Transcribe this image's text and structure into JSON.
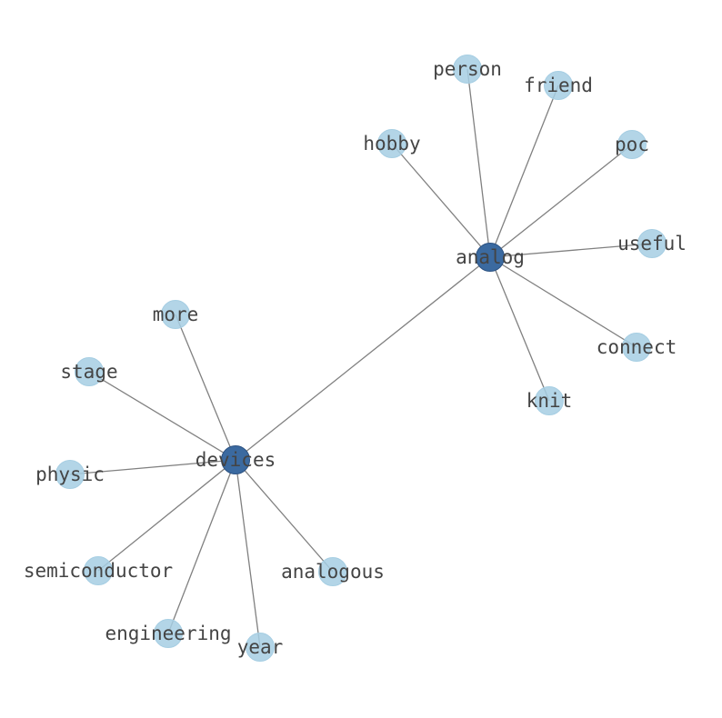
{
  "graph": {
    "hub_color": "#3b6aa0",
    "leaf_color": "#a6cee3",
    "edge_color": "#808080",
    "nodes": [
      {
        "id": "analog",
        "label": "analog",
        "kind": "hub"
      },
      {
        "id": "devices",
        "label": "devices",
        "kind": "hub"
      },
      {
        "id": "person",
        "label": "person",
        "kind": "leaf"
      },
      {
        "id": "friend",
        "label": "friend",
        "kind": "leaf"
      },
      {
        "id": "hobby",
        "label": "hobby",
        "kind": "leaf"
      },
      {
        "id": "poc",
        "label": "poc",
        "kind": "leaf"
      },
      {
        "id": "useful",
        "label": "useful",
        "kind": "leaf"
      },
      {
        "id": "connect",
        "label": "connect",
        "kind": "leaf"
      },
      {
        "id": "knit",
        "label": "knit",
        "kind": "leaf"
      },
      {
        "id": "more",
        "label": "more",
        "kind": "leaf"
      },
      {
        "id": "stage",
        "label": "stage",
        "kind": "leaf"
      },
      {
        "id": "physic",
        "label": "physic",
        "kind": "leaf"
      },
      {
        "id": "semiconductor",
        "label": "semiconductor",
        "kind": "leaf"
      },
      {
        "id": "engineering",
        "label": "engineering",
        "kind": "leaf"
      },
      {
        "id": "year",
        "label": "year",
        "kind": "leaf"
      },
      {
        "id": "analogous",
        "label": "analogous",
        "kind": "leaf"
      }
    ],
    "edges": [
      [
        "analog",
        "person"
      ],
      [
        "analog",
        "friend"
      ],
      [
        "analog",
        "hobby"
      ],
      [
        "analog",
        "poc"
      ],
      [
        "analog",
        "useful"
      ],
      [
        "analog",
        "connect"
      ],
      [
        "analog",
        "knit"
      ],
      [
        "analog",
        "devices"
      ],
      [
        "devices",
        "more"
      ],
      [
        "devices",
        "stage"
      ],
      [
        "devices",
        "physic"
      ],
      [
        "devices",
        "semiconductor"
      ],
      [
        "devices",
        "engineering"
      ],
      [
        "devices",
        "year"
      ],
      [
        "devices",
        "analogous"
      ]
    ]
  }
}
